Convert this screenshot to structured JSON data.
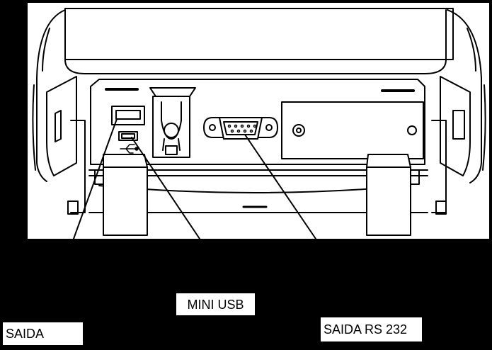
{
  "diagram": {
    "labels": {
      "mini_usb": "MINI USB",
      "saida": "SAIDA",
      "saida_rs232": "SAIDA RS 232"
    },
    "colors": {
      "background": "#000000",
      "drawing_bg": "#ffffff",
      "stroke": "#000000"
    },
    "icons": [
      "usb-icon"
    ]
  }
}
